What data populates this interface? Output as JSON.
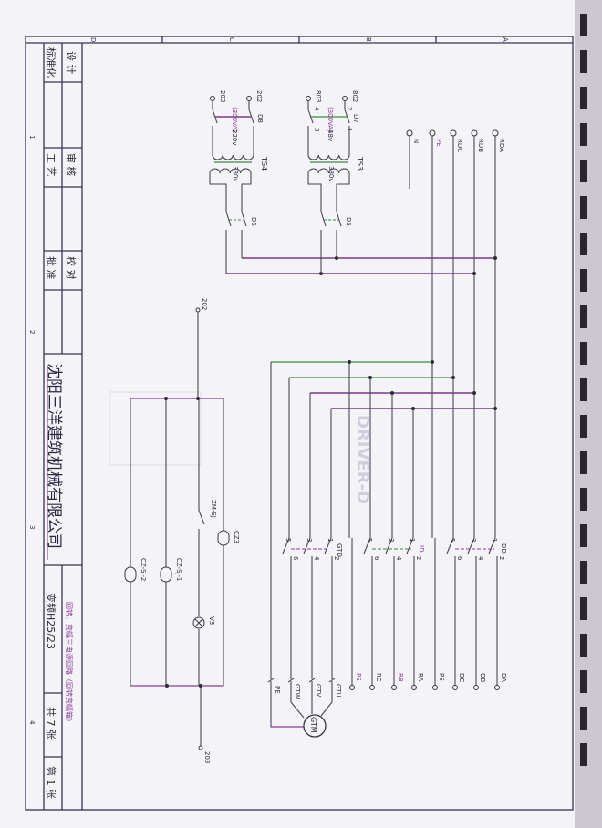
{
  "grid": {
    "zones": [
      "D",
      "C",
      "B",
      "A"
    ],
    "columns": [
      "1",
      "2",
      "3",
      "4"
    ]
  },
  "title_block": {
    "design": "设 计",
    "standardize": "标准化",
    "review": "审 核",
    "process": "工 艺",
    "check": "校 对",
    "approve": "批 准",
    "company": "沈阳三洋建筑机械有限公司",
    "drawing_no": "变频H25/23",
    "drawing_title": "回转、变幅三电源回路（回转变幅箱）",
    "total_sheets": "共 7 张",
    "sheet_no": "第 1 张"
  },
  "power_terminals": [
    "RDA",
    "RDB",
    "RDC",
    "PE",
    "N"
  ],
  "transformers": {
    "ts3": {
      "label": "TS3",
      "secondary": "48v",
      "primary": "380v",
      "switch_out": "D7",
      "switch_in": "D5",
      "out_terminals": [
        "802",
        "803"
      ],
      "rating": "(300VA)"
    },
    "ts4": {
      "label": "TS4",
      "secondary": "220v",
      "primary": "380v",
      "switch_out": "D8",
      "switch_in": "D6",
      "out_terminals": [
        "202",
        "203"
      ],
      "rating": "(300VA)"
    }
  },
  "contact_numbers": [
    "1",
    "2",
    "3",
    "4",
    "5",
    "6"
  ],
  "switches": {
    "dd": "DD",
    "rd": "ID",
    "gtd": "GTD"
  },
  "output_terminals": [
    "DA",
    "DB",
    "DC",
    "PE",
    "RA",
    "RB",
    "RC",
    "PE"
  ],
  "motor": {
    "label": "GTM",
    "terminals": [
      "GTU",
      "GTV",
      "GTW",
      "PE"
    ]
  },
  "control_circuit": {
    "in_terminal": "202",
    "out_terminal": "203",
    "switch": "ZM-SJ",
    "coil_main": "CZ3",
    "coil_1": "CZ-SJ-1",
    "coil_2": "CZ-SJ-2",
    "lamp": "V3"
  },
  "background_text": "DRIVER-D"
}
